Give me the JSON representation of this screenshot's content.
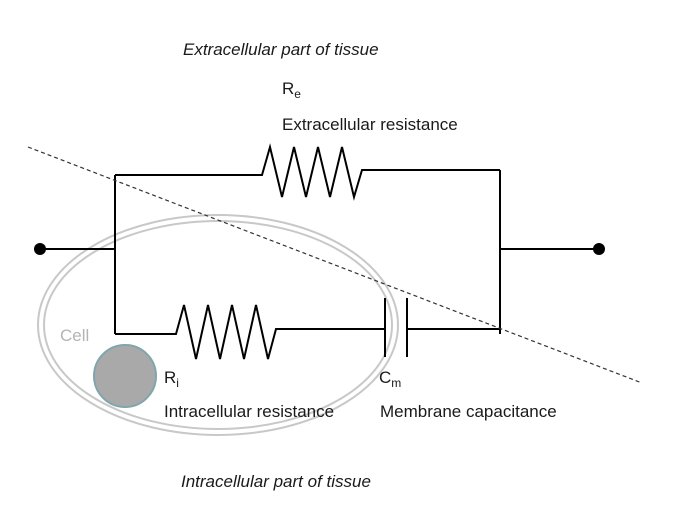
{
  "diagram": {
    "top_region_label": "Extracellular part of tissue",
    "bottom_region_label": "Intracellular part of tissue",
    "cell_label": "Cell",
    "resistor_extracellular": {
      "symbol": "R",
      "subscript": "e",
      "description": "Extracellular resistance"
    },
    "resistor_intracellular": {
      "symbol": "R",
      "subscript": "i",
      "description": "Intracellular resistance"
    },
    "capacitor_membrane": {
      "symbol": "C",
      "subscript": "m",
      "description": "Membrane capacitance"
    },
    "colors": {
      "wire": "#000000",
      "cell_outline": "#c8c8c8",
      "nucleus_fill": "#a9a9a9",
      "nucleus_stroke": "#7fa6ad",
      "divider": "#333333"
    }
  }
}
